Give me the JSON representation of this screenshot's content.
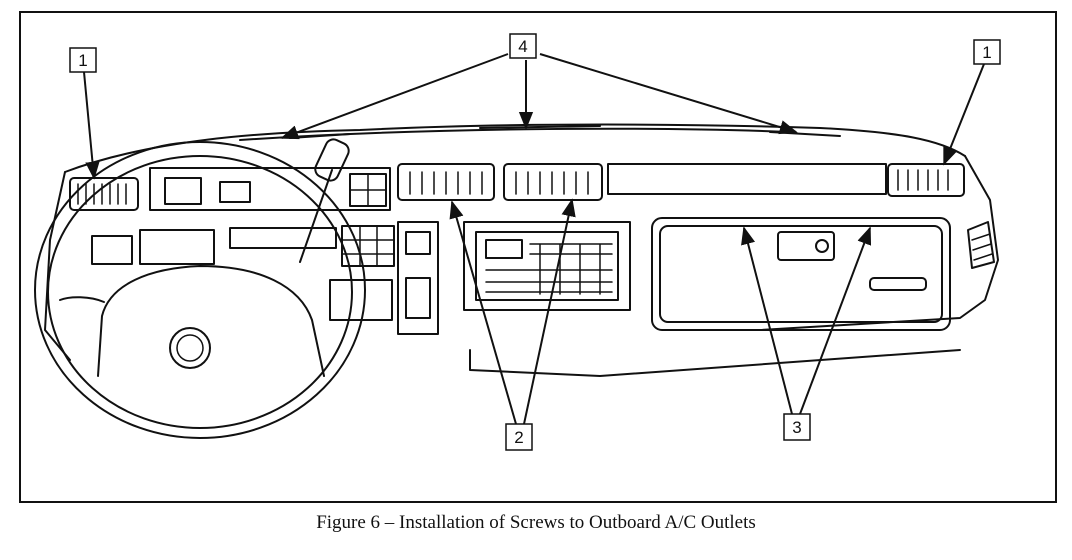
{
  "figure": {
    "caption": "Figure 6 – Installation of Screws to Outboard A/C Outlets",
    "callouts": [
      {
        "id": "left-outboard-outlet",
        "label": "1"
      },
      {
        "id": "center-outlets",
        "label": "2"
      },
      {
        "id": "glove-box-screws",
        "label": "3"
      },
      {
        "id": "defroster-screws",
        "label": "4"
      },
      {
        "id": "right-outboard-outlet",
        "label": "1"
      }
    ]
  },
  "colors": {
    "line": "#111111",
    "background": "#ffffff"
  }
}
